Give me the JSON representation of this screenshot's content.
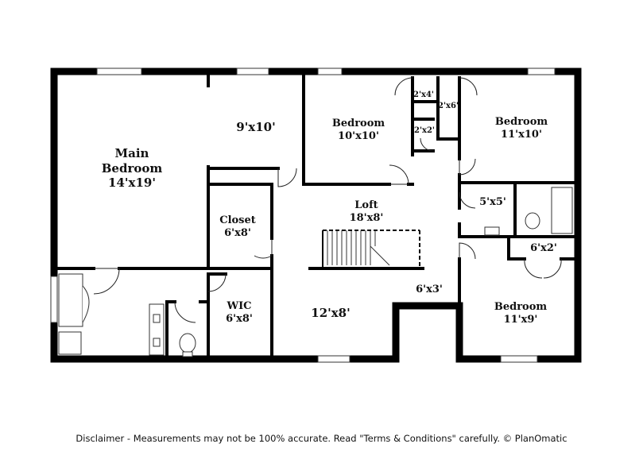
{
  "rooms": {
    "main_bedroom": {
      "name_line1": "Main",
      "name_line2": "Bedroom",
      "size": "14'x19'"
    },
    "room_9x10": {
      "size": "9'x10'"
    },
    "bedroom_top_center": {
      "name": "Bedroom",
      "size": "10'x10'"
    },
    "closet_2x4": {
      "size": "2'x4'"
    },
    "closet_2x6": {
      "size": "2'x6'"
    },
    "closet_2x2": {
      "size": "2'x2'"
    },
    "bedroom_top_right": {
      "name": "Bedroom",
      "size": "11'x10'"
    },
    "closet": {
      "name": "Closet",
      "size": "6'x8'"
    },
    "loft": {
      "name": "Loft",
      "size": "18'x8'"
    },
    "bath_5x5": {
      "size": "5'x5'"
    },
    "closet_6x2": {
      "size": "6'x2'"
    },
    "hall_6x3": {
      "size": "6'x3'"
    },
    "wic": {
      "name": "WIC",
      "size": "6'x8'"
    },
    "room_12x8": {
      "size": "12'x8'"
    },
    "bedroom_bottom_right": {
      "name": "Bedroom",
      "size": "11'x9'"
    }
  },
  "disclaimer": "Disclaimer - Measurements may not be 100% accurate. Read \"Terms & Conditions\" carefully. © PlanOmatic"
}
